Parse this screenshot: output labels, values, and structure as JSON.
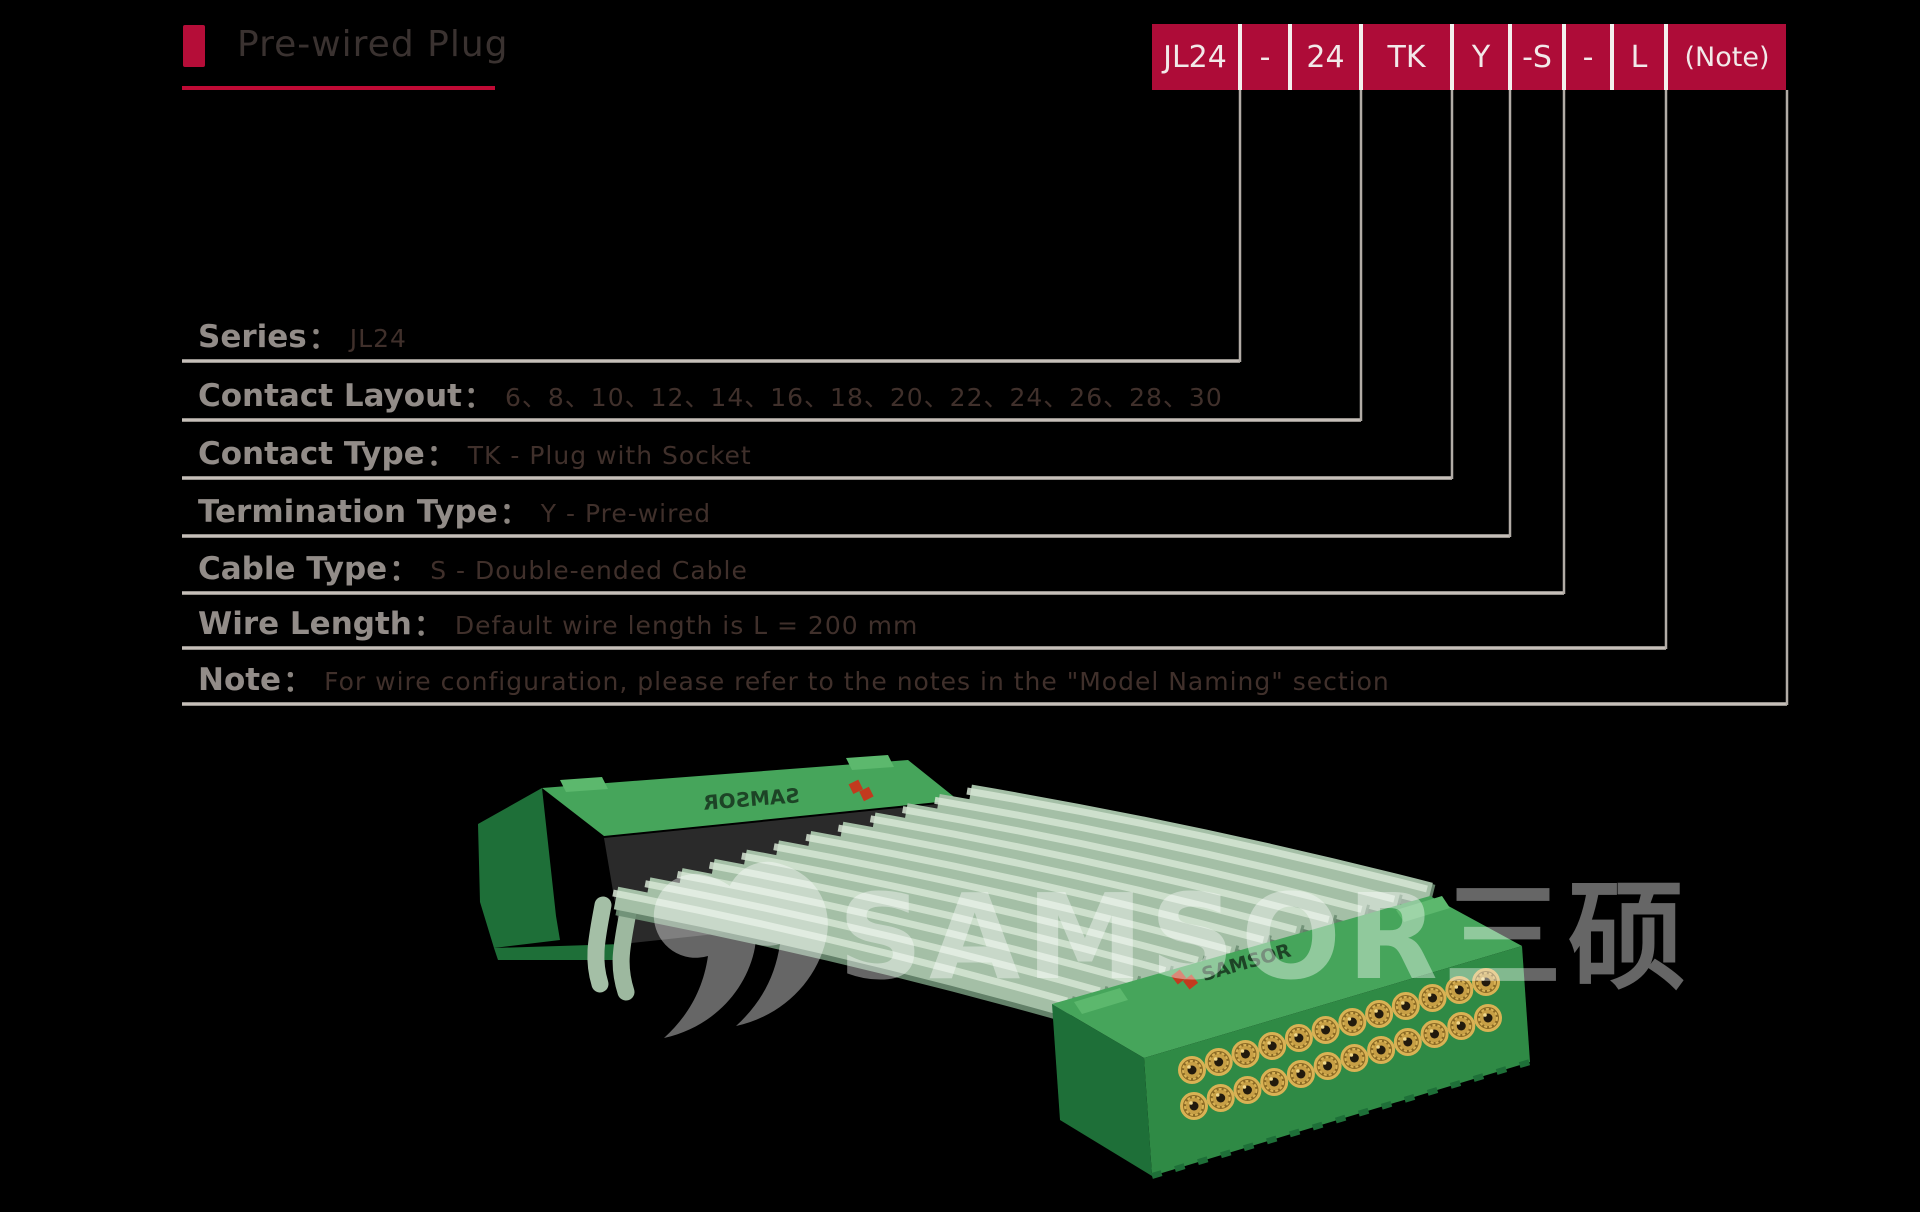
{
  "header": {
    "title": "Pre-wired Plug"
  },
  "model_code": {
    "segments": [
      "JL24",
      "-",
      "24",
      "TK",
      "Y",
      "-S",
      "-",
      "L",
      "(Note)"
    ],
    "box_color": "#AE0C38",
    "box_text_color": "#F2E9E9"
  },
  "separator": "：",
  "rows": [
    {
      "label": "Series",
      "value": "JL24"
    },
    {
      "label": "Contact Layout",
      "value": "6、8、10、12、14、16、18、20、22、24、26、28、30"
    },
    {
      "label": "Contact Type",
      "value": "TK - Plug with Socket"
    },
    {
      "label": "Termination Type",
      "value": "Y - Pre-wired"
    },
    {
      "label": "Cable Type",
      "value": "S - Double-ended Cable"
    },
    {
      "label": "Wire Length",
      "value": "Default wire length is L = 200 mm"
    },
    {
      "label": "Note",
      "value": "For wire configuration, please refer to the notes in the \"Model Naming\" section"
    }
  ],
  "diagram": {
    "accent_color": "#B50D38",
    "underline_color": "#BF0A35",
    "leader_line_color": "#C6BFB9",
    "label_color": "#928C88",
    "value_color": "#40302B",
    "title_color": "#3A3230",
    "background": "#000000"
  },
  "product": {
    "watermark": "SAMSOR三硕",
    "brand": "SAMSOR",
    "colors": {
      "green_top": "#46A55B",
      "green_front": "#2F8A45",
      "green_dark": "#1E6F38",
      "green_light": "#5CB86D",
      "panel_dark": "#2A2A2A",
      "cable": "#A4BFA6",
      "cable_highlight": "#D6E5D4",
      "cable_shadow": "#6E8F74",
      "gold": "#C79F45",
      "gold_ring": "#D9B254",
      "gold_dark": "#8A6A25",
      "contact_center": "#221A0D",
      "logo_red": "#C23A1E",
      "brand_dark": "#1D4426"
    }
  }
}
